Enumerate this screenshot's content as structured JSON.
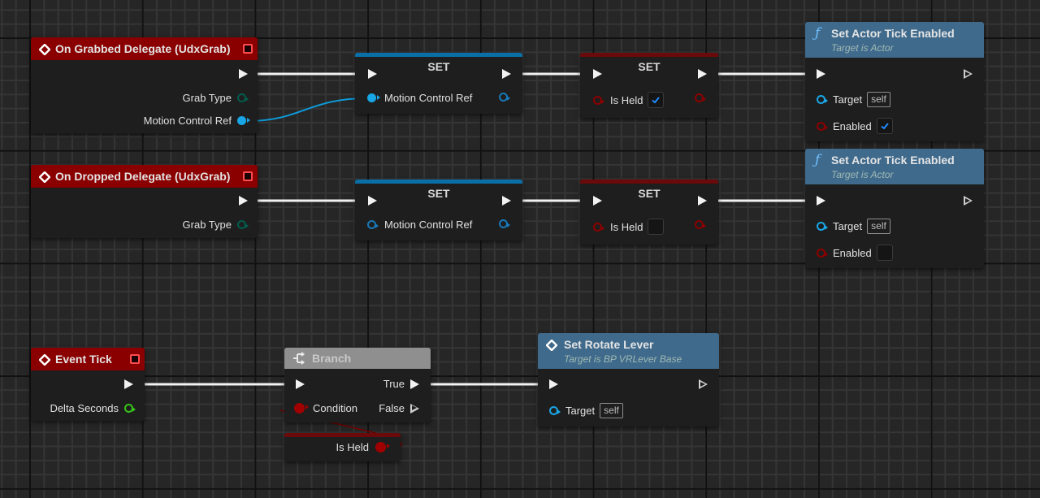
{
  "graph": {
    "type": "blueprint-event-graph"
  },
  "colors": {
    "event_header": "#8a0000",
    "function_header": "#3f6a8c",
    "branch_header": "#8f8f8f",
    "object_pin": "#19a6e6",
    "bool_pin": "#8c0000",
    "enum_pin": "#035c4c",
    "float_pin": "#36c21a",
    "exec_wire": "#f2f2f2",
    "object_wire": "#0d9ad8",
    "bool_wire": "#7a0000"
  },
  "nodes": {
    "on_grabbed": {
      "title": "On Grabbed Delegate (UdxGrab)",
      "icon": "event-diamond-icon",
      "outputs": [
        "Grab Type",
        "Motion Control Ref"
      ]
    },
    "set_motion_1": {
      "title": "SET",
      "pin": "Motion Control Ref"
    },
    "set_held_1": {
      "title": "SET",
      "pin": "Is Held",
      "checked": true
    },
    "tick_enabled_1": {
      "title": "Set Actor Tick Enabled",
      "subtitle": "Target is Actor",
      "target_label": "Target",
      "target_value": "self",
      "enabled_label": "Enabled",
      "enabled_checked": true
    },
    "on_dropped": {
      "title": "On Dropped Delegate (UdxGrab)",
      "icon": "event-diamond-icon",
      "outputs": [
        "Grab Type"
      ]
    },
    "set_motion_2": {
      "title": "SET",
      "pin": "Motion Control Ref"
    },
    "set_held_2": {
      "title": "SET",
      "pin": "Is Held",
      "checked": false
    },
    "tick_enabled_2": {
      "title": "Set Actor Tick Enabled",
      "subtitle": "Target is Actor",
      "target_label": "Target",
      "target_value": "self",
      "enabled_label": "Enabled",
      "enabled_checked": false
    },
    "event_tick": {
      "title": "Event Tick",
      "outputs": [
        "Delta Seconds"
      ]
    },
    "branch": {
      "title": "Branch",
      "condition": "Condition",
      "true_label": "True",
      "false_label": "False"
    },
    "get_is_held": {
      "label": "Is Held"
    },
    "set_rotate_lever": {
      "title": "Set Rotate Lever",
      "subtitle": "Target is BP VRLever Base",
      "target_label": "Target",
      "target_value": "self"
    }
  }
}
